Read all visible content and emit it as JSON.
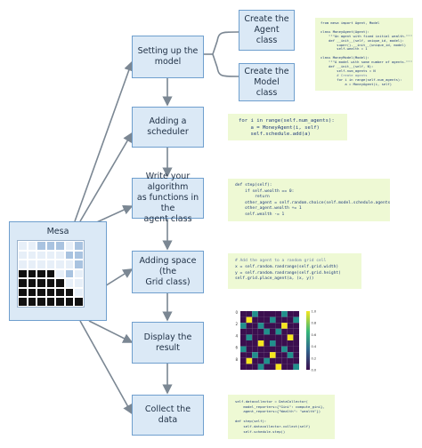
{
  "mesa": {
    "title": "Mesa",
    "grid_pattern": [
      "2211121",
      "2222211",
      "2222221",
      "0000212",
      "0000022",
      "0000002",
      "0000000"
    ]
  },
  "steps": [
    {
      "label": "Setting up the model"
    },
    {
      "label": "Adding a scheduler"
    },
    {
      "label": "Write your algorithm\nas functions in the\nagent class"
    },
    {
      "label": "Adding space (the\nGrid class)"
    },
    {
      "label": "Display the result"
    },
    {
      "label": "Collect the data"
    }
  ],
  "branches": [
    {
      "label": "Create the\nAgent class"
    },
    {
      "label": "Create the\nModel class"
    }
  ],
  "code_blocks": {
    "setup": [
      "from mesa import Agent, Model",
      "",
      "class MoneyAgent(Agent):",
      "    \"\"\"An agent with fixed initial wealth.\"\"\"",
      "    def __init__(self, unique_id, model):",
      "        super().__init__(unique_id, model)",
      "        self.wealth = 1",
      "",
      "class MoneyModel(Model):",
      "    \"\"\"A model with some number of agents.\"\"\"",
      "    def __init__(self, N):",
      "        self.num_agents = N",
      "        # Create agents",
      "        for i in range(self.num_agents):",
      "            a = MoneyAgent(i, self)"
    ],
    "scheduler": [
      "for i in range(self.num_agents):",
      "    a = MoneyAgent(i, self)",
      "    self.schedule.add(a)"
    ],
    "algorithm": [
      "def step(self):",
      "    if self.wealth == 0:",
      "        return",
      "    other_agent = self.random.choice(self.model.schedule.agents)",
      "    other_agent.wealth += 1",
      "    self.wealth -= 1"
    ],
    "space": [
      "# Add the agent to a random grid cell",
      "x = self.random.randrange(self.grid.width)",
      "y = self.random.randrange(self.grid.height)",
      "self.grid.place_agent(a, (x, y))"
    ],
    "collect": [
      "self.datacollector = DataCollector(",
      "    model_reporters={\"Gini\": compute_gini},",
      "    agent_reporters={\"Wealth\": \"wealth\"})",
      "",
      "def step(self):",
      "    self.datacollector.collect(self)",
      "    self.schedule.step()"
    ]
  },
  "heatmap": {
    "y_ticks": [
      "0",
      "2",
      "4",
      "6",
      "8"
    ],
    "colorbar_ticks": [
      "1.0",
      "0.8",
      "0.6",
      "0.4",
      "0.2",
      "0.0"
    ],
    "grid": [
      [
        0,
        0,
        1,
        0,
        0,
        0,
        0,
        1,
        0,
        0
      ],
      [
        0,
        2,
        0,
        0,
        0,
        1,
        0,
        0,
        0,
        1
      ],
      [
        1,
        0,
        0,
        1,
        0,
        0,
        0,
        2,
        0,
        0
      ],
      [
        0,
        0,
        0,
        0,
        1,
        0,
        1,
        0,
        0,
        0
      ],
      [
        0,
        1,
        0,
        0,
        0,
        0,
        0,
        0,
        2,
        0
      ],
      [
        0,
        0,
        0,
        2,
        0,
        1,
        0,
        0,
        0,
        0
      ],
      [
        1,
        0,
        0,
        0,
        0,
        0,
        0,
        1,
        0,
        0
      ],
      [
        0,
        0,
        1,
        0,
        0,
        2,
        0,
        0,
        1,
        0
      ],
      [
        0,
        2,
        0,
        0,
        1,
        0,
        0,
        0,
        0,
        0
      ],
      [
        0,
        0,
        0,
        1,
        0,
        0,
        2,
        0,
        0,
        1
      ]
    ],
    "colors": {
      "low": "#3b0f4f",
      "mid": "#21908c",
      "high": "#f5e61f"
    }
  }
}
